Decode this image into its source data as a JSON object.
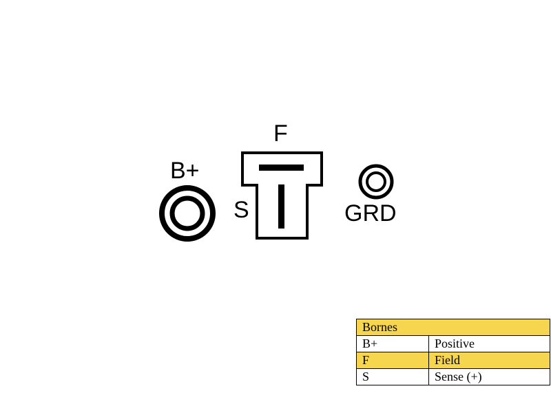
{
  "terminals": {
    "b_plus": "B+",
    "field": "F",
    "sense": "S",
    "ground": "GRD"
  },
  "legend": {
    "title": "Bornes",
    "rows": [
      {
        "code": "B+",
        "description": "Positive",
        "highlight": false
      },
      {
        "code": "F",
        "description": "Field",
        "highlight": true
      },
      {
        "code": "S",
        "description": "Sense (+)",
        "highlight": false
      }
    ]
  },
  "colors": {
    "line": "#000000",
    "background": "#ffffff",
    "highlight": "#f6d64e"
  }
}
